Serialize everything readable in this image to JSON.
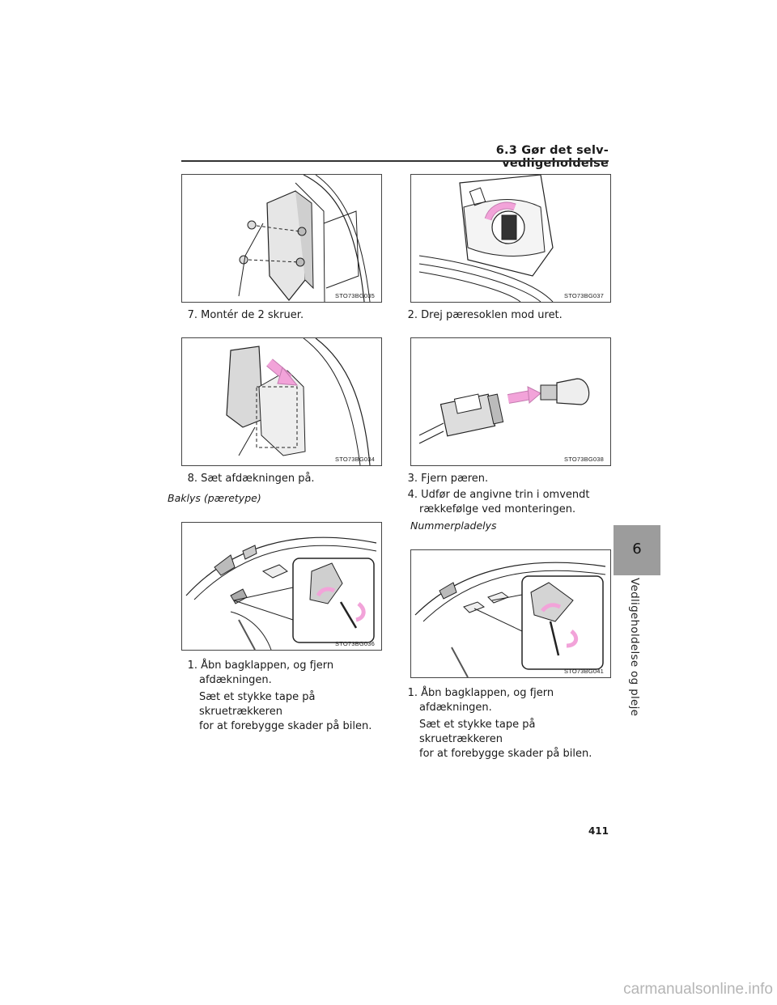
{
  "header": {
    "section": "6.3 Gør det selv-vedligeholdelse"
  },
  "figures": {
    "f035": "STO73BG035",
    "f037": "STO73BG037",
    "f034": "STO73BG034",
    "f038": "STO73BG038",
    "f036": "STO73BG036",
    "f041": "STO73BG041"
  },
  "left": {
    "step7_num": "7.",
    "step7": "Montér de 2 skruer.",
    "step8_num": "8.",
    "step8": "Sæt afdækningen på.",
    "section_title": "Baklys (pæretype)",
    "step1_num": "1.",
    "step1_line1": "Åbn bagklappen, og fjern",
    "step1_line2": "afdækningen.",
    "step1_note_line1": "Sæt et stykke tape på skruetrækkeren",
    "step1_note_line2": "for at forebygge skader på bilen."
  },
  "right": {
    "step2_num": "2.",
    "step2": "Drej pæresoklen mod uret.",
    "step3_num": "3.",
    "step3": "Fjern pæren.",
    "step4_num": "4.",
    "step4_line1": "Udfør de angivne trin i omvendt",
    "step4_line2": "rækkefølge ved monteringen.",
    "section_title": "Nummerpladelys",
    "step1_num": "1.",
    "step1_line1": "Åbn bagklappen, og fjern",
    "step1_line2": "afdækningen.",
    "step1_note_line1": "Sæt et stykke tape på skruetrækkeren",
    "step1_note_line2": "for at forebygge skader på bilen."
  },
  "sidebar": {
    "chapter_number": "6",
    "chapter_title": "Vedligeholdelse og pleje"
  },
  "page_number": "411",
  "watermark": "carmanualsonline.info",
  "colors": {
    "arrow": "#f2a3d9",
    "tab": "#9c9c9c"
  }
}
